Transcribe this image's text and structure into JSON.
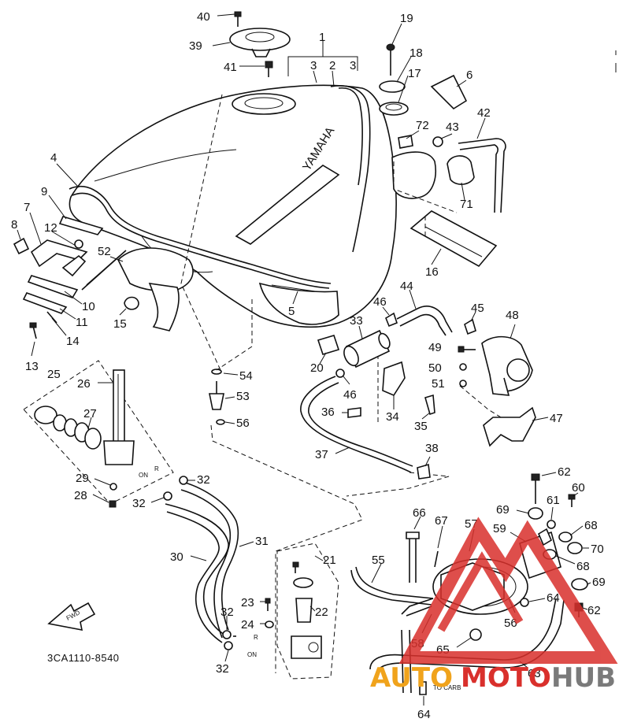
{
  "diagram": {
    "code": "3CA1110-8540",
    "brand": "YAMAHA",
    "arrow_label": "FWD",
    "labels": {
      "on": "ON",
      "r": "R",
      "to_carb": "TO CARB"
    },
    "watermark": {
      "auto": "AUTO",
      "moto": "MOTO",
      "hub": "HUB"
    },
    "colors": {
      "line": "#111111",
      "watermark_red": "#d9302c",
      "watermark_orange": "#f0a31c",
      "watermark_gray": "#7a7a7a"
    },
    "part_numbers": [
      "1",
      "2",
      "3",
      "3",
      "4",
      "5",
      "6",
      "7",
      "8",
      "9",
      "10",
      "11",
      "12",
      "13",
      "14",
      "15",
      "16",
      "17",
      "18",
      "19",
      "20",
      "21",
      "22",
      "23",
      "24",
      "25",
      "26",
      "27",
      "28",
      "29",
      "30",
      "31",
      "32",
      "32",
      "32",
      "32",
      "33",
      "34",
      "35",
      "36",
      "37",
      "38",
      "39",
      "40",
      "41",
      "42",
      "43",
      "44",
      "45",
      "46",
      "46",
      "47",
      "48",
      "49",
      "50",
      "51",
      "52",
      "53",
      "54",
      "55",
      "56",
      "56",
      "57",
      "58",
      "59",
      "60",
      "61",
      "62",
      "62",
      "63",
      "64",
      "64",
      "65",
      "66",
      "67",
      "68",
      "68",
      "69",
      "69",
      "70",
      "71",
      "72"
    ]
  }
}
